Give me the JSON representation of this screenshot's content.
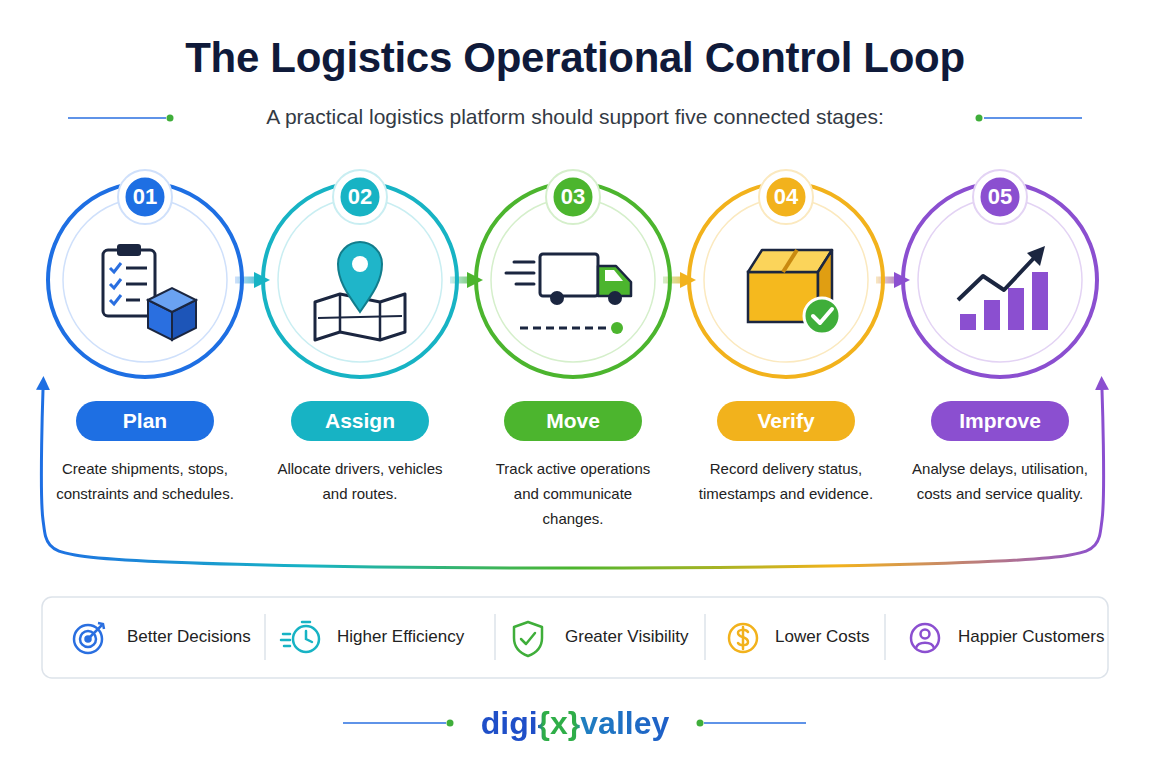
{
  "diagram": {
    "title": "The Logistics Operational Control Loop",
    "caption": "A practical logistics platform should support five connected stages:",
    "nodes": [
      {
        "text": [
          "01",
          "Plan",
          "Create shipments, stops, constraints and schedules."
        ]
      },
      {
        "text": [
          "02",
          "Assign",
          "Allocate drivers, vehicles and routes."
        ]
      },
      {
        "text": [
          "03",
          "Move",
          "Track active operations and communicate changes."
        ]
      },
      {
        "text": [
          "04",
          "Verify",
          "Record delivery status, timestamps and evidence."
        ]
      },
      {
        "text": [
          "05",
          "Improve",
          "Analyse delays, utilisation, costs and service quality."
        ]
      }
    ],
    "edges": [
      {
        "from": 0,
        "to": 1,
        "arrow": "to"
      },
      {
        "from": 1,
        "to": 2,
        "arrow": "to"
      },
      {
        "from": 2,
        "to": 3,
        "arrow": "to"
      },
      {
        "from": 3,
        "to": 4,
        "arrow": "to"
      },
      {
        "from": 4,
        "to": 0,
        "arrow": "both"
      }
    ],
    "labels": [
      "Better Decisions",
      "Higher Efficiency",
      "Greater Visibility",
      "Lower Costs",
      "Happier Customers",
      "digi{x}valley"
    ]
  }
}
